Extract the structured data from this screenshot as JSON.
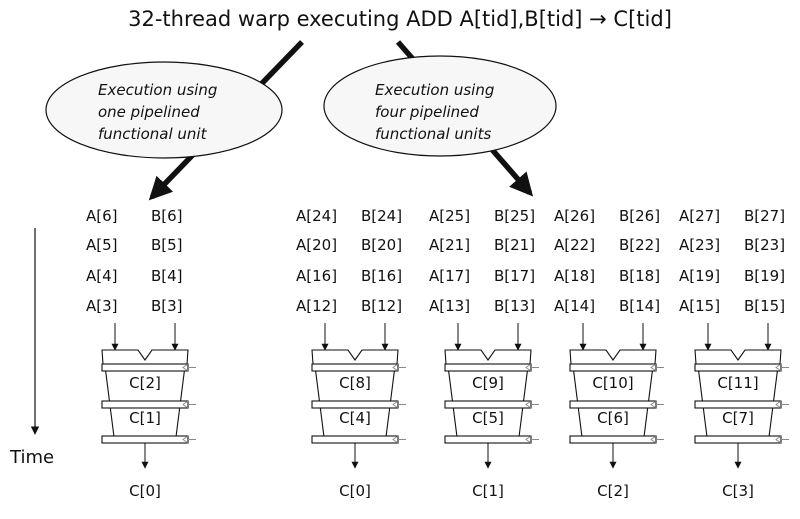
{
  "title": "32-thread warp executing ADD A[tid],B[tid] → C[tid]",
  "ellipse_left": {
    "lines": [
      "Execution using",
      "one pipelined",
      "functional unit"
    ]
  },
  "ellipse_right": {
    "lines": [
      "Execution using",
      "four pipelined",
      "functional units"
    ]
  },
  "time_label": "Time",
  "single_unit": {
    "rows": [
      [
        "A[6]",
        "B[6]"
      ],
      [
        "A[5]",
        "B[5]"
      ],
      [
        "A[4]",
        "B[4]"
      ],
      [
        "A[3]",
        "B[3]"
      ]
    ],
    "stages": [
      "C[2]",
      "C[1]"
    ],
    "output": "C[0]"
  },
  "four_units": [
    {
      "rows": [
        [
          "A[24]",
          "B[24]"
        ],
        [
          "A[20]",
          "B[20]"
        ],
        [
          "A[16]",
          "B[16]"
        ],
        [
          "A[12]",
          "B[12]"
        ]
      ],
      "stages": [
        "C[8]",
        "C[4]"
      ],
      "output": "C[0]"
    },
    {
      "rows": [
        [
          "A[25]",
          "B[25]"
        ],
        [
          "A[21]",
          "B[21]"
        ],
        [
          "A[17]",
          "B[17]"
        ],
        [
          "A[13]",
          "B[13]"
        ]
      ],
      "stages": [
        "C[9]",
        "C[5]"
      ],
      "output": "C[1]"
    },
    {
      "rows": [
        [
          "A[26]",
          "B[26]"
        ],
        [
          "A[22]",
          "B[22]"
        ],
        [
          "A[18]",
          "B[18]"
        ],
        [
          "A[14]",
          "B[14]"
        ]
      ],
      "stages": [
        "C[10]",
        "C[6]"
      ],
      "output": "C[2]"
    },
    {
      "rows": [
        [
          "A[27]",
          "B[27]"
        ],
        [
          "A[23]",
          "B[23]"
        ],
        [
          "A[19]",
          "B[19]"
        ],
        [
          "A[15]",
          "B[15]"
        ]
      ],
      "stages": [
        "C[11]",
        "C[7]"
      ],
      "output": "C[3]"
    }
  ]
}
